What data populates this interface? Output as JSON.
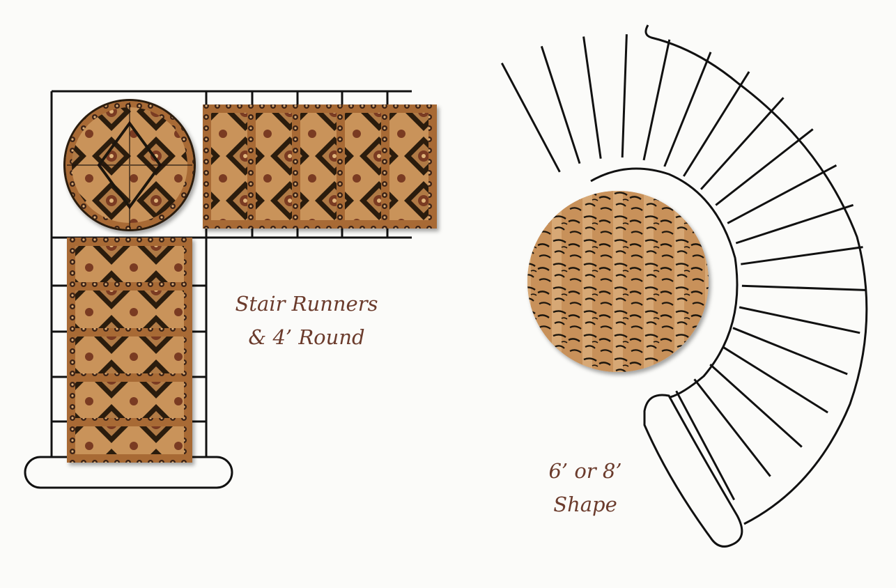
{
  "left_caption": {
    "line1": "Stair Runners",
    "line2": "& 4’ Round"
  },
  "right_caption": {
    "line1": "6’ or 8’",
    "line2": "Shape"
  },
  "colors": {
    "background": "#fbfbf9",
    "line": "#111111",
    "caption": "#6b3b2c",
    "rug_gold": "#c9935a",
    "rug_dark": "#2a1a10",
    "rug_red": "#7a3a22",
    "tiger_base": "#c8915a"
  }
}
